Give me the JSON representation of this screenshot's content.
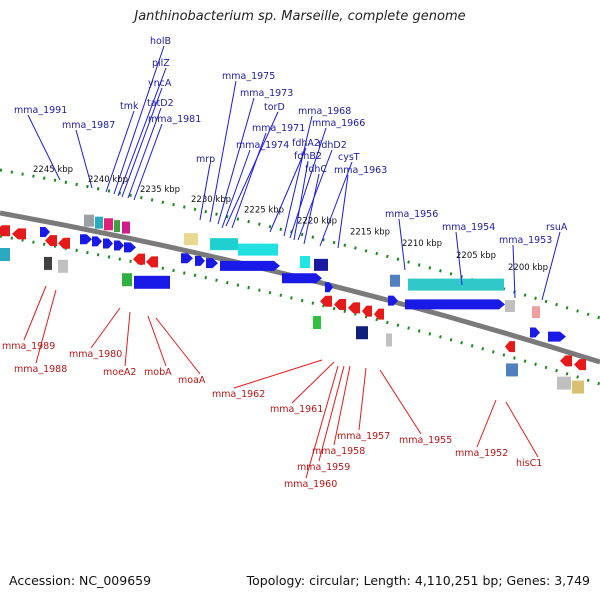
{
  "title": "Janthinobacterium sp. Marseille, complete genome",
  "footer": {
    "accession": "Accession: NC_009659",
    "topology": "Topology: circular; Length: 4,110,251 bp; Genes: 3,749"
  },
  "colors": {
    "forward_gene": "#1a1ae6",
    "reverse_gene": "#e61a1a",
    "backbone": "#7a7a7a",
    "tick_dots": "#1c8a1c",
    "forward_label": "#1d1d9e",
    "reverse_label": "#b31717"
  },
  "ticks": [
    "2245 kbp",
    "2240 kbp",
    "2235 kbp",
    "2230 kbp",
    "2225 kbp",
    "2220 kbp",
    "2215 kbp",
    "2210 kbp",
    "2205 kbp",
    "2200 kbp"
  ],
  "forward_labels": [
    "holB",
    "pilZ",
    "yncA",
    "tmk",
    "tatD2",
    "mma_1991",
    "mma_1987",
    "mma_1981",
    "mma_1975",
    "mma_1973",
    "torD",
    "mma_1971",
    "mma_1974",
    "mrp",
    "fdhA2",
    "mma_1968",
    "mma_1966",
    "fdhD2",
    "fdhB2",
    "cysT",
    "fdhC",
    "mma_1963",
    "mma_1956",
    "mma_1954",
    "mma_1953",
    "rsuA"
  ],
  "reverse_labels": [
    "mma_1989",
    "mma_1988",
    "mma_1980",
    "moeA2",
    "mobA",
    "moaA",
    "mma_1962",
    "mma_1961",
    "mma_1957",
    "mma_1955",
    "mma_1958",
    "mma_1959",
    "mma_1960",
    "mma_1952",
    "hisC1"
  ]
}
